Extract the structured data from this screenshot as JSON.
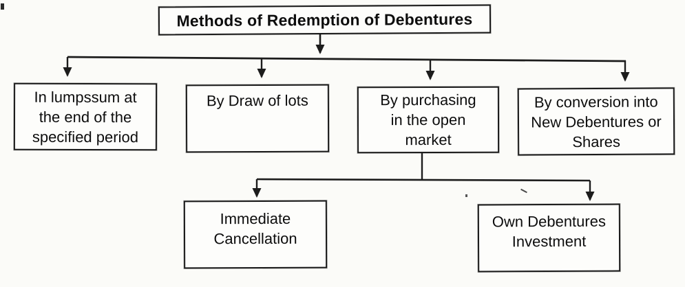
{
  "diagram": {
    "title": "Methods of Redemption of Debentures",
    "root": {
      "lines": [
        "Methods of Redemption of Debentures"
      ]
    },
    "level1": [
      {
        "lines": [
          "In lumpssum at",
          "the end of the",
          "specified period"
        ]
      },
      {
        "lines": [
          "By Draw of lots"
        ]
      },
      {
        "lines": [
          "By purchasing",
          "in the open",
          "market"
        ]
      },
      {
        "lines": [
          "By conversion into",
          "New Debentures or",
          "Shares"
        ]
      }
    ],
    "level2": [
      {
        "lines": [
          "Immediate",
          "Cancellation"
        ]
      },
      {
        "lines": [
          "Own Debentures",
          "Investment"
        ]
      }
    ]
  },
  "colors": {
    "line": "#1c1c1c",
    "box_border": "#1a1a1a",
    "background": "#fbfbf8",
    "text": "#0d0d0d"
  }
}
